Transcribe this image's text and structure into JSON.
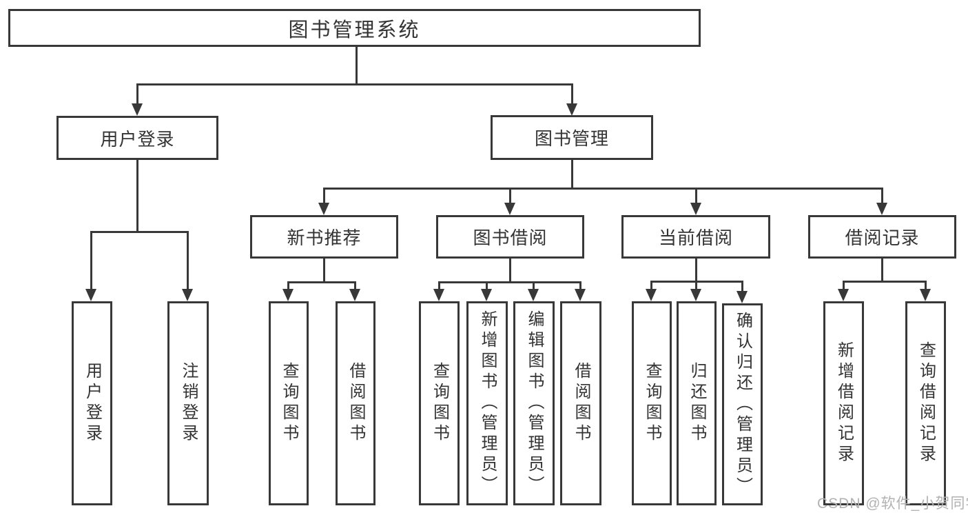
{
  "diagram": {
    "type": "hierarchy-tree",
    "nodes": {
      "root": {
        "label": "图书管理系统"
      },
      "user_login": {
        "label": "用户登录"
      },
      "book_mgmt": {
        "label": "图书管理"
      },
      "new_book_rec": {
        "label": "新书推荐"
      },
      "book_borrow": {
        "label": "图书借阅"
      },
      "current_borrow": {
        "label": "当前借阅"
      },
      "borrow_records": {
        "label": "借阅记录"
      },
      "leaf_user_login": {
        "label": "用户登录"
      },
      "leaf_logout": {
        "label": "注销登录"
      },
      "leaf_nbr_query_books": {
        "label": "查询图书"
      },
      "leaf_nbr_borrow_books": {
        "label": "借阅图书"
      },
      "leaf_bb_query_books": {
        "label": "查询图书"
      },
      "leaf_bb_add_books": {
        "label": "新增图书（管理员）"
      },
      "leaf_bb_edit_books": {
        "label": "编辑图书（管理员）"
      },
      "leaf_bb_borrow_books": {
        "label": "借阅图书"
      },
      "leaf_cb_query_books": {
        "label": "查询图书"
      },
      "leaf_cb_return_books": {
        "label": "归还图书"
      },
      "leaf_cb_confirm_return": {
        "label": "确认归还（管理员）"
      },
      "leaf_br_add_records": {
        "label": "新增借阅记录"
      },
      "leaf_br_query_records": {
        "label": "查询借阅记录"
      }
    },
    "edges": [
      {
        "parent": "图书管理系统",
        "children": [
          "用户登录",
          "图书管理"
        ]
      },
      {
        "parent": "用户登录",
        "children": [
          "用户登录",
          "注销登录"
        ]
      },
      {
        "parent": "图书管理",
        "children": [
          "新书推荐",
          "图书借阅",
          "当前借阅",
          "借阅记录"
        ]
      },
      {
        "parent": "新书推荐",
        "children": [
          "查询图书",
          "借阅图书"
        ]
      },
      {
        "parent": "图书借阅",
        "children": [
          "查询图书",
          "新增图书（管理员）",
          "编辑图书（管理员）",
          "借阅图书"
        ]
      },
      {
        "parent": "当前借阅",
        "children": [
          "查询图书",
          "归还图书",
          "确认归还（管理员）"
        ]
      },
      {
        "parent": "借阅记录",
        "children": [
          "新增借阅记录",
          "查询借阅记录"
        ]
      }
    ],
    "colors": {
      "line": "#383838",
      "box_border": "#383838",
      "text": "#333333",
      "background": "#ffffff"
    }
  },
  "watermark": {
    "text": "CSDN @软件_小贺同学",
    "color": "#b2b2b2"
  }
}
